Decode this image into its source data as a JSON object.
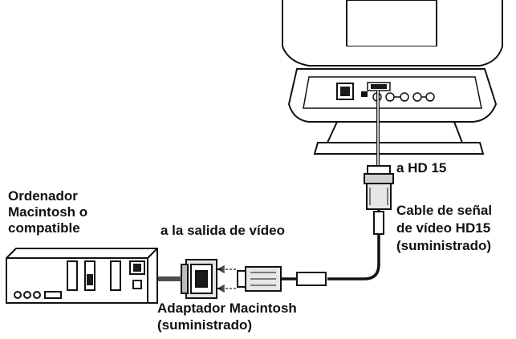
{
  "labels": {
    "computer": [
      "Ordenador",
      "Macintosh o",
      "compatible"
    ],
    "video_out": "a la salida de vídeo",
    "hd15": "a HD 15",
    "cable": [
      "Cable de señal",
      "de vídeo HD15",
      "(suministrado)"
    ],
    "adapter": [
      "Adaptador Macintosh",
      "(suministrado)"
    ]
  },
  "colors": {
    "line": "#111111",
    "fill_light": "#e6e6e6",
    "fill_mid": "#bdbdbd",
    "fill_dark": "#1a1a1a",
    "arrow": "#4d4d4d"
  }
}
